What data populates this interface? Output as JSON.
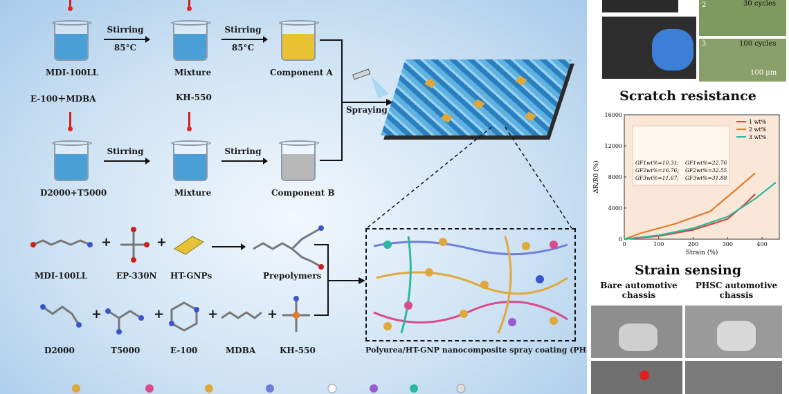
{
  "scheme": {
    "top_row": {
      "reagent": "MDI-100LL",
      "step1": {
        "label": "Stirring",
        "temp": "85°C"
      },
      "mixture": "Mixture",
      "step2": {
        "label": "Stirring",
        "temp": "85°C"
      },
      "product": "Component A"
    },
    "additive_top_left": "E-100＋MDBA",
    "additive_top_mid": "KH-550",
    "bottom_row": {
      "reagent": "D2000+T5000",
      "step1": {
        "label": "Stirring"
      },
      "mixture": "Mixture",
      "step2": {
        "label": "Stirring"
      },
      "product": "Component B"
    },
    "spraying_label": "Spraying",
    "reaction1": {
      "reactants": [
        "MDI-100LL",
        "EP-330N",
        "HT-GNPs"
      ],
      "product": "Prepolymers"
    },
    "reaction2": {
      "reactants": [
        "D2000",
        "T5000",
        "E-100",
        "MDBA",
        "KH-550"
      ]
    },
    "coating_caption": "Polyurea/HT-GNP nanocomposite spray coating (PHSC)",
    "colors": {
      "water": "#4a9fd6",
      "componentA": "#e9c233",
      "componentB": "#b8b8b8",
      "flake": "#e0a83a",
      "dropper": "#c92020"
    }
  },
  "right_panel": {
    "cycle_labels": [
      "2",
      "30 cycles",
      "3",
      "100 cycles"
    ],
    "scale_bar": "100 μm",
    "scratch_title": "Scratch resistance",
    "strain_title": "Strain sensing",
    "legend": [
      "1 wt%",
      "2 wt%",
      "3 wt%"
    ],
    "gf_labels": [
      "GF1wt%=10.31;",
      "GF1wt%=22.76",
      "GF2wt%=16.76;",
      "GF2wt%=32.55",
      "GF3wt%=11.67;",
      "GF3wt%=31.88"
    ],
    "photo_labels": {
      "bare": "Bare automotive chassis",
      "phsc": "PHSC automotive chassis"
    }
  },
  "chart_data": {
    "type": "line",
    "xlabel": "Strain (%)",
    "ylabel": "ΔR/R0 (%)",
    "xlim": [
      0,
      450
    ],
    "ylim": [
      0,
      16000
    ],
    "xticks": [
      0,
      100,
      200,
      300,
      400
    ],
    "yticks": [
      0,
      4000,
      8000,
      12000,
      16000
    ],
    "legend_position": "top-right",
    "series": [
      {
        "name": "1 wt%",
        "color": "#d1473a",
        "x": [
          0,
          100,
          200,
          300,
          350,
          380
        ],
        "y": [
          0,
          400,
          1200,
          2600,
          4500,
          5800
        ]
      },
      {
        "name": "2 wt%",
        "color": "#e07a2c",
        "x": [
          0,
          50,
          150,
          250,
          320,
          380
        ],
        "y": [
          0,
          800,
          2000,
          3600,
          6200,
          8500
        ]
      },
      {
        "name": "3 wt%",
        "color": "#2bb7a3",
        "x": [
          0,
          100,
          200,
          300,
          380,
          440
        ],
        "y": [
          0,
          500,
          1400,
          2900,
          5200,
          7300
        ]
      }
    ]
  }
}
